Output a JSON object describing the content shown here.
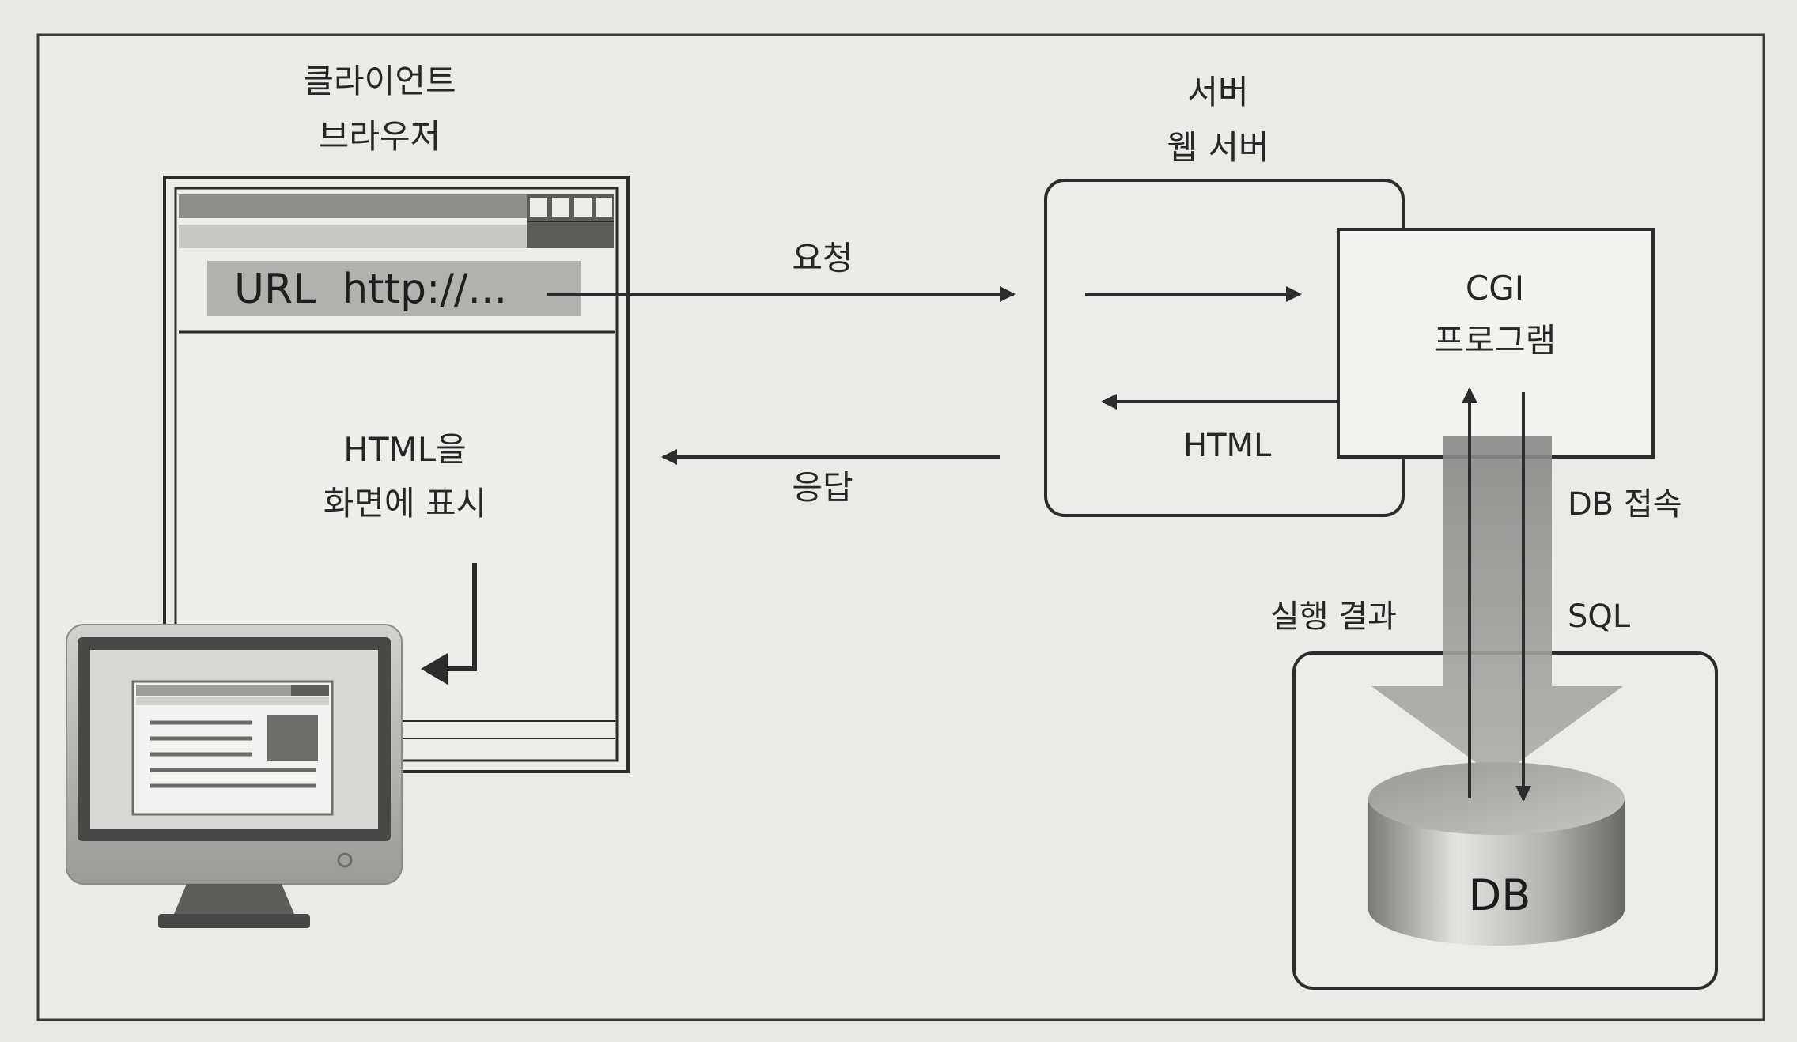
{
  "client": {
    "title_line1": "클라이언트",
    "title_line2": "브라우저",
    "url_text": "URL  http://...",
    "display_line1": "HTML을",
    "display_line2": "화면에 표시"
  },
  "server": {
    "title_line1": "서버",
    "title_line2": "웹 서버",
    "cgi_line1": "CGI",
    "cgi_line2": "프로그램"
  },
  "arrows": {
    "request": "요청",
    "response": "응답",
    "html_return": "HTML",
    "db_connect": "DB 접속",
    "sql": "SQL",
    "result": "실행 결과"
  },
  "database": {
    "label": "DB"
  },
  "colors": {
    "background": "#e9e7e3",
    "line": "#2c2c2c",
    "url_bar": "#b3b1ae",
    "toolbar_dark": "#6e6c69",
    "toolbar_light": "#c9c7c4",
    "wide_arrow": "#9d9c9a",
    "db_cylinder": "#8f8d8a",
    "monitor_body": "#b8b6b3"
  },
  "icons": [
    "monitor-icon",
    "window-buttons-icon",
    "database-cylinder-icon"
  ]
}
